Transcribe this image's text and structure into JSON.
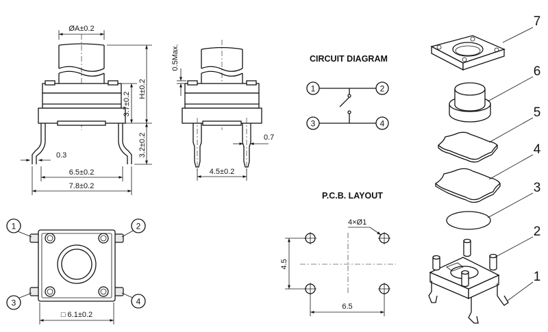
{
  "front_view": {
    "dim_A": "ØA±0.2",
    "dim_H": "H±0.2",
    "dim_3_7": "3.7±0.2",
    "dim_3_2": "3.2±0.2",
    "dim_0_3": "0.3",
    "dim_6_5": "6.5±0.2",
    "dim_7_8": "7.8±0.2"
  },
  "side_view": {
    "dim_0_5": "0.5Max.",
    "dim_0_7": "0.7",
    "dim_4_5": "4.5±0.2"
  },
  "top_view": {
    "pins": [
      "1",
      "2",
      "3",
      "4"
    ],
    "dim_6_1": "□ 6.1±0.2"
  },
  "circuit": {
    "title": "CIRCUIT DIAGRAM",
    "terminals": [
      "1",
      "2",
      "3",
      "4"
    ]
  },
  "pcb": {
    "title": "P.C.B. LAYOUT",
    "holes": "4×Ø1",
    "dim_h": "4.5",
    "dim_w": "6.5"
  },
  "exploded": {
    "parts": [
      "7",
      "6",
      "5",
      "4",
      "3",
      "2",
      "1"
    ]
  }
}
